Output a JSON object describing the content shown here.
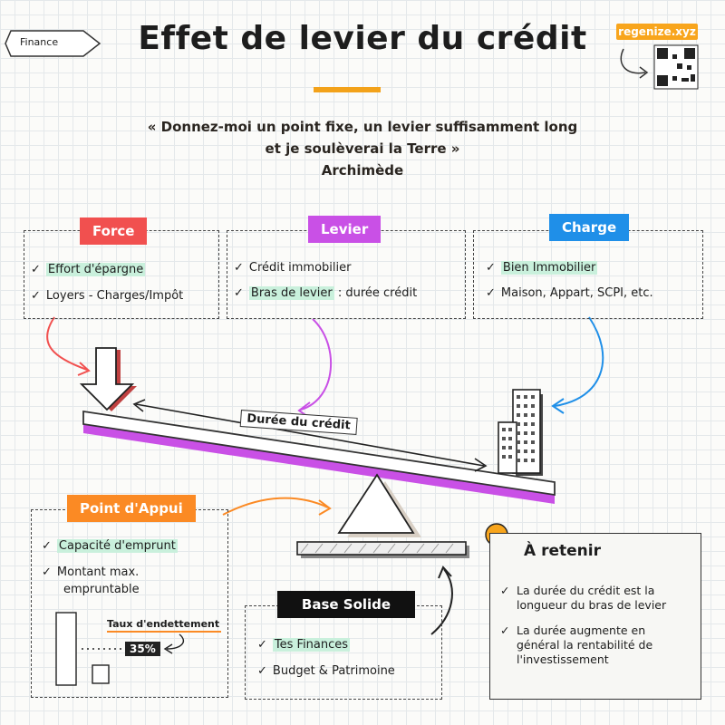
{
  "tag": "Finance",
  "title": "Effet de levier du crédit",
  "brand": "regenize.xyz",
  "quote": {
    "line1": "« Donnez-moi un point fixe, un levier suffisamment long",
    "line2": "et je soulèverai la Terre »",
    "author": "Archimède"
  },
  "force": {
    "label": "Force",
    "items": [
      "Effort d'épargne",
      "Loyers - Charges/Impôt"
    ]
  },
  "levier": {
    "label": "Levier",
    "items": [
      "Crédit immobilier",
      "Bras de levier",
      ": durée crédit"
    ]
  },
  "charge": {
    "label": "Charge",
    "items": [
      "Bien Immobilier",
      "Maison, Appart, SCPI, etc."
    ]
  },
  "duree": "Durée du crédit",
  "point_appui": {
    "label": "Point d'Appui",
    "items": [
      "Capacité d'emprunt",
      "Montant max.",
      "empruntable"
    ],
    "taux_label": "Taux d'endettement",
    "taux_value": "35%"
  },
  "base": {
    "label": "Base Solide",
    "items": [
      "Tes Finances",
      "Budget & Patrimoine"
    ]
  },
  "retenir": {
    "title": "À retenir",
    "items": [
      "La durée du crédit est la longueur du bras de levier",
      "La durée augmente en général la rentabilité de l'investissement"
    ]
  },
  "colors": {
    "force": "#f1504f",
    "levier": "#c950e6",
    "charge": "#1f8fe8",
    "point_appui": "#fb8a24",
    "base": "#111111",
    "highlight": "#c9f0dc",
    "brand": "#f8a51c"
  }
}
